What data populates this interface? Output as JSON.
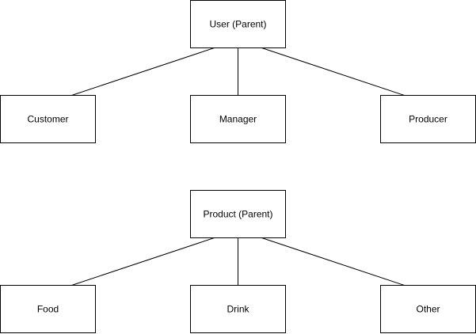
{
  "diagram": {
    "user_tree": {
      "parent_label": "User (Parent)",
      "children": [
        {
          "label": "Customer"
        },
        {
          "label": "Manager"
        },
        {
          "label": "Producer"
        }
      ]
    },
    "product_tree": {
      "parent_label": "Product (Parent)",
      "children": [
        {
          "label": "Food"
        },
        {
          "label": "Drink"
        },
        {
          "label": "Other"
        }
      ]
    }
  }
}
